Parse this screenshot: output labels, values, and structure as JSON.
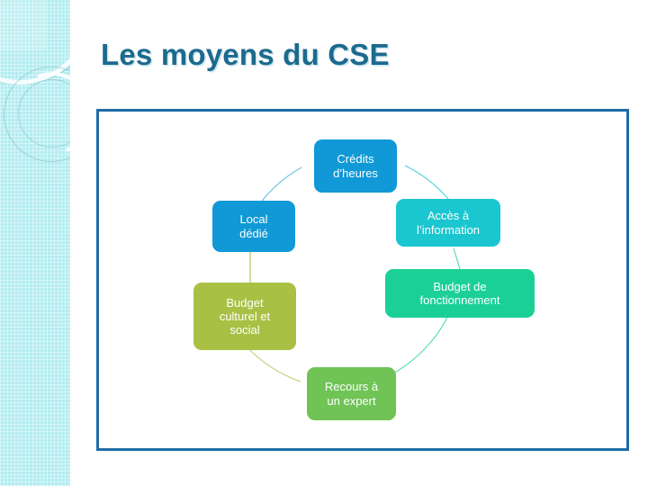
{
  "slide": {
    "title": "Les moyens du CSE",
    "title_color": "#1c6a8e",
    "frame_border_color": "#1f6ca6",
    "background_color": "#ffffff",
    "sidebar_color": "#b2ecf0"
  },
  "chart_data": {
    "type": "diagram",
    "subtype": "cycle",
    "title": "Les moyens du CSE",
    "node_count": 6,
    "nodes": [
      {
        "id": "credits-heures",
        "label": "Crédits d’heures",
        "line1": "Crédits",
        "line2": "d’heures",
        "color": "#1099d6",
        "position": "top",
        "order": 1
      },
      {
        "id": "acces-information",
        "label": "Accès à l’information",
        "line1": "Accès à",
        "line2": "l’information",
        "color": "#1ac6cf",
        "position": "upper-right",
        "order": 2
      },
      {
        "id": "budget-fonctionnement",
        "label": "Budget de fonctionnement",
        "line1": "Budget de",
        "line2": "fonctionnement",
        "color": "#1bd096",
        "position": "lower-right",
        "order": 3
      },
      {
        "id": "recours-expert",
        "label": "Recours à un expert",
        "line1": "Recours à",
        "line2": "un expert",
        "color": "#70c355",
        "position": "bottom",
        "order": 4
      },
      {
        "id": "budget-culturel-social",
        "label": "Budget culturel et social",
        "line1": "Budget",
        "line2": "culturel et",
        "line3": "social",
        "color": "#a9c044",
        "position": "lower-left",
        "order": 5
      },
      {
        "id": "local-dedie",
        "label": "Local dédié",
        "line1": "Local",
        "line2": "dédié",
        "color": "#1099d6",
        "position": "upper-left",
        "order": 6
      }
    ],
    "connectors": [
      {
        "from": "credits-heures",
        "to": "acces-information",
        "style": "arc",
        "color": "#1ac6cf"
      },
      {
        "from": "acces-information",
        "to": "budget-fonctionnement",
        "style": "line",
        "color": "#1bd096"
      },
      {
        "from": "budget-fonctionnement",
        "to": "recours-expert",
        "style": "arc",
        "color": "#70c355"
      },
      {
        "from": "recours-expert",
        "to": "budget-culturel-social",
        "style": "arc",
        "color": "#a9c044"
      },
      {
        "from": "budget-culturel-social",
        "to": "local-dedie",
        "style": "line",
        "color": "#a9c044"
      },
      {
        "from": "local-dedie",
        "to": "credits-heures",
        "style": "arc",
        "color": "#1099d6"
      }
    ]
  }
}
